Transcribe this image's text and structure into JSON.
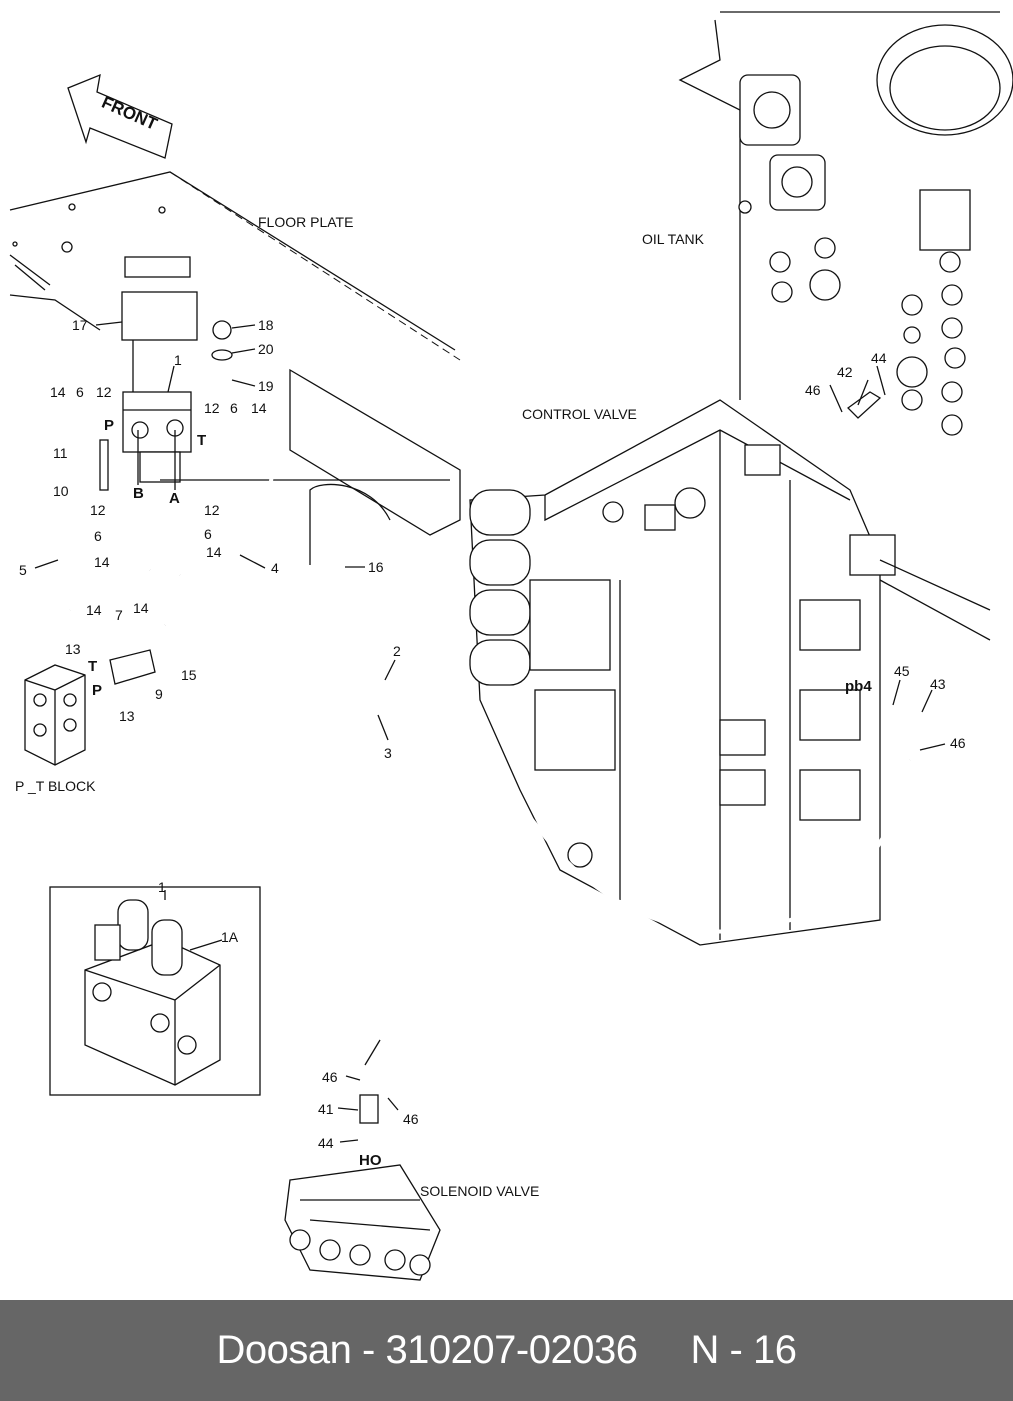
{
  "diagram": {
    "front_label": "FRONT",
    "section_labels": {
      "floor_plate": "FLOOR PLATE",
      "oil_tank": "OIL TANK",
      "control_valve": "CONTROL VALVE",
      "pt_block": "P _T BLOCK",
      "solenoid_valve": "SOLENOID VALVE"
    },
    "callouts": [
      "17",
      "18",
      "20",
      "1",
      "19",
      "14",
      "6",
      "12",
      "P",
      "12",
      "6",
      "14",
      "T",
      "11",
      "10",
      "B",
      "A",
      "12",
      "12",
      "6",
      "6",
      "14",
      "14",
      "5",
      "4",
      "16",
      "14",
      "7",
      "14",
      "13",
      "T",
      "15",
      "P",
      "9",
      "13",
      "2",
      "3",
      "42",
      "44",
      "46",
      "45",
      "43",
      "pb4",
      "46",
      "1",
      "1A",
      "46",
      "41",
      "46",
      "44",
      "HO"
    ]
  },
  "footer": {
    "brand": "Doosan",
    "part_number": "310207-02036",
    "page": "N - 16"
  }
}
